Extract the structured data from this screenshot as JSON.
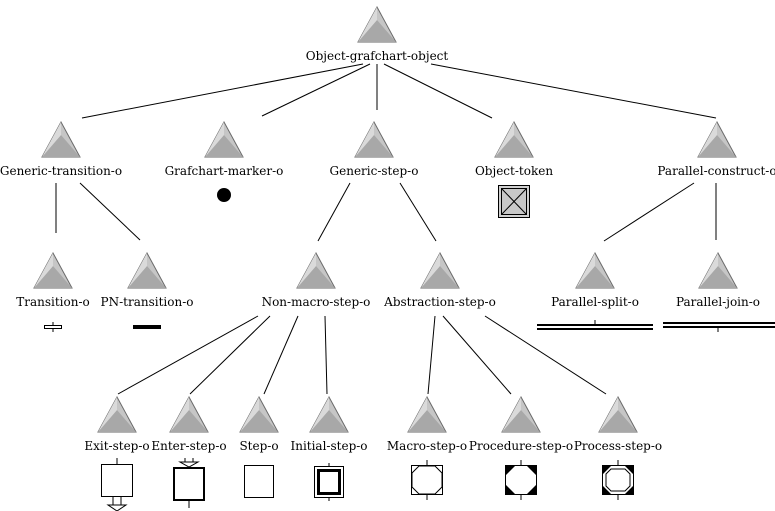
{
  "nodes": {
    "root": {
      "label": "Object-grafchart-object"
    },
    "generic_transition": {
      "label": "Generic-transition-o"
    },
    "grafchart_marker": {
      "label": "Grafchart-marker-o"
    },
    "generic_step": {
      "label": "Generic-step-o"
    },
    "object_token": {
      "label": "Object-token"
    },
    "parallel_construct": {
      "label": "Parallel-construct-o"
    },
    "transition": {
      "label": "Transition-o"
    },
    "pn_transition": {
      "label": "PN-transition-o"
    },
    "non_macro_step": {
      "label": "Non-macro-step-o"
    },
    "abstraction_step": {
      "label": "Abstraction-step-o"
    },
    "parallel_split": {
      "label": "Parallel-split-o"
    },
    "parallel_join": {
      "label": "Parallel-join-o"
    },
    "exit_step": {
      "label": "Exit-step-o"
    },
    "enter_step": {
      "label": "Enter-step-o"
    },
    "step": {
      "label": "Step-o"
    },
    "initial_step": {
      "label": "Initial-step-o"
    },
    "macro_step": {
      "label": "Macro-step-o"
    },
    "procedure_step": {
      "label": "Procedure-step-o"
    },
    "process_step": {
      "label": "Process-step-o"
    }
  },
  "colors": {
    "triangle_fill": "#c6c6c6",
    "triangle_shade": "#9a9a9a",
    "triangle_light": "#e6e6e6",
    "line": "#000000"
  }
}
